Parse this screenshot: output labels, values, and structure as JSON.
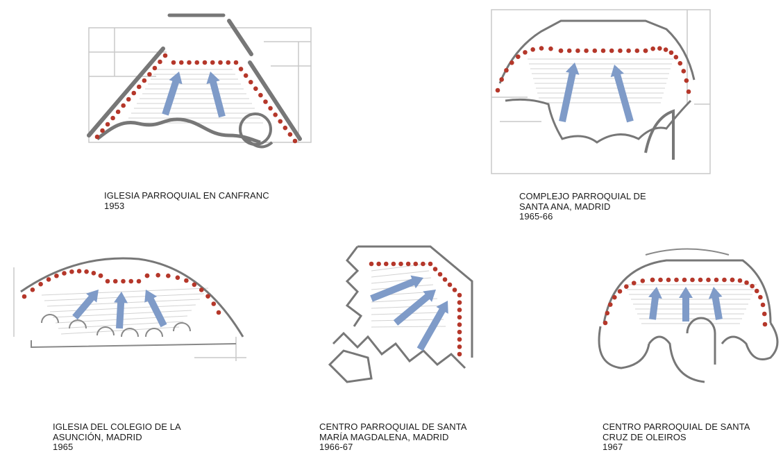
{
  "colors": {
    "background": "#ffffff",
    "walls": "#707070",
    "faint_lines": "#c8c8c8",
    "pews": "#d2d2d2",
    "seating_dots": "#b5372a",
    "arrows": "#7f9bc8"
  },
  "projects": [
    {
      "name": "IGLESIA PARROQUIAL EN CANFRANC",
      "name_line2": "",
      "year": "1953"
    },
    {
      "name": "COMPLEJO PARROQUIAL DE",
      "name_line2": "SANTA ANA, MADRID",
      "year": "1965-66"
    },
    {
      "name": "IGLESIA DEL COLEGIO DE LA",
      "name_line2": "ASUNCIÓN, MADRID",
      "year": "1965"
    },
    {
      "name": "CENTRO PARROQUIAL DE SANTA",
      "name_line2": "MARÍA MAGDALENA, MADRID",
      "year": "1966-67"
    },
    {
      "name": "CENTRO PARROQUIAL DE SANTA",
      "name_line2": "CRUZ DE OLEIROS",
      "year": "1967"
    }
  ]
}
